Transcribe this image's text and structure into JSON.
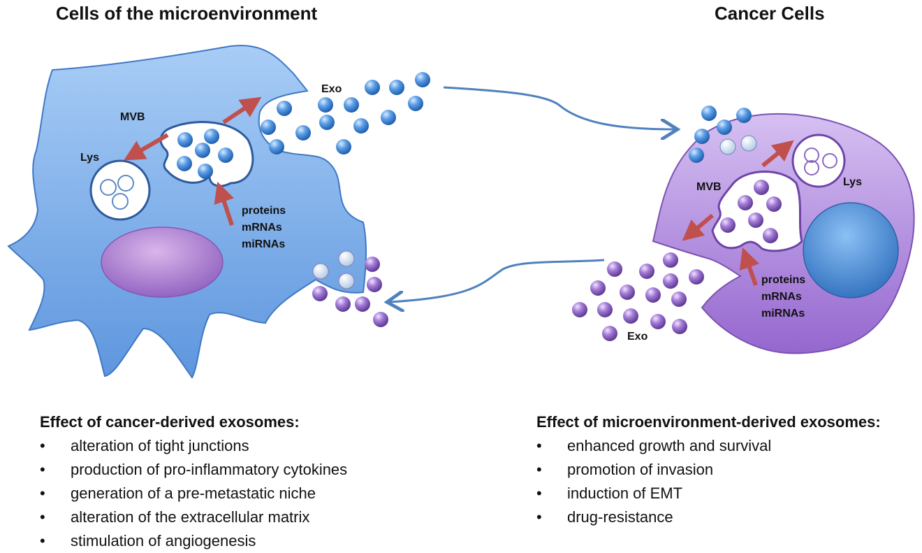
{
  "left_panel": {
    "title": "Cells of the microenvironment",
    "labels": {
      "mvb": "MVB",
      "lys": "Lys",
      "exo": "Exo",
      "cargo": [
        "proteins",
        "mRNAs",
        "miRNAs"
      ]
    },
    "effects_heading": "Effect of cancer-derived exosomes:",
    "effects": [
      "alteration of tight junctions",
      "production of pro-inflammatory cytokines",
      "generation of a pre-metastatic niche",
      "alteration of the extracellular matrix",
      "stimulation of angiogenesis"
    ]
  },
  "right_panel": {
    "title": "Cancer Cells",
    "labels": {
      "mvb": "MVB",
      "lys": "Lys",
      "exo": "Exo",
      "cargo": [
        "proteins",
        "mRNAs",
        "miRNAs"
      ]
    },
    "effects_heading": "Effect of microenvironment-derived exosomes:",
    "effects": [
      "enhanced growth and survival",
      "promotion of invasion",
      "induction of EMT",
      "drug-resistance"
    ]
  },
  "bullet_char": "•",
  "colors": {
    "micro_cell": "#6aa6ea",
    "cancer_cell": "#a982d8",
    "blue_vesicle": "#4a90d9",
    "purple_vesicle": "#9b6cd0",
    "arrow_red": "#c0504d",
    "connector_blue": "#4f81bd"
  }
}
